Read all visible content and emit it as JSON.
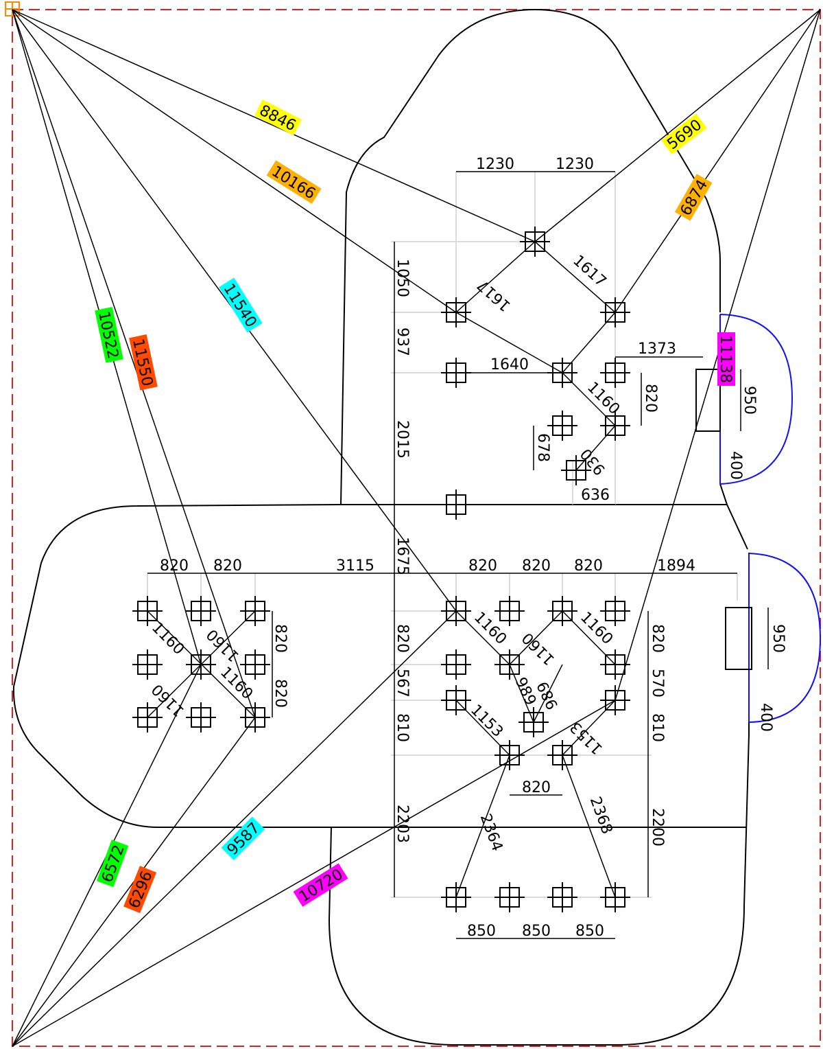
{
  "colors": {
    "frame": "#e02020",
    "outline": "#000000",
    "aux_line": "#cccccc",
    "door_arc": "#1010ff",
    "yellow": "#ffff00",
    "orange": "#ffb000",
    "cyan": "#00ffff",
    "green": "#00ff00",
    "red": "#ff4a00",
    "magenta": "#ff00ff"
  },
  "icons": {
    "origin_marker": "square-origin-icon",
    "post_marker": "crosshair-square-icon"
  },
  "dimensions": {
    "top_row": [
      "1230",
      "1230"
    ],
    "left_vertical": [
      "1050",
      "937",
      "2015",
      "1675",
      "820",
      "567",
      "810",
      "2203"
    ],
    "diagonals_upper": [
      "1617",
      "1617",
      "1640",
      "1160",
      "930",
      "678",
      "636",
      "1373",
      "820",
      "950",
      "400"
    ],
    "left_cluster": [
      "820",
      "820",
      "1160",
      "1160",
      "1160",
      "1160",
      "820",
      "820"
    ],
    "mid_row": [
      "3115",
      "820",
      "820",
      "820",
      "1894"
    ],
    "right_cluster": [
      "1160",
      "1160",
      "1160",
      "989",
      "989",
      "1153",
      "1153",
      "820",
      "820",
      "570",
      "810",
      "2200",
      "950",
      "400"
    ],
    "bottom": [
      "2364",
      "2368",
      "850",
      "850",
      "850"
    ]
  },
  "highlighted_labels": [
    {
      "text": "8846",
      "color": "yellow"
    },
    {
      "text": "10166",
      "color": "orange"
    },
    {
      "text": "5690",
      "color": "yellow"
    },
    {
      "text": "6874",
      "color": "orange"
    },
    {
      "text": "11540",
      "color": "cyan"
    },
    {
      "text": "10522",
      "color": "green"
    },
    {
      "text": "11550",
      "color": "red"
    },
    {
      "text": "11138",
      "color": "magenta"
    },
    {
      "text": "6572",
      "color": "green"
    },
    {
      "text": "6296",
      "color": "red"
    },
    {
      "text": "9587",
      "color": "cyan"
    },
    {
      "text": "10720",
      "color": "magenta"
    }
  ]
}
